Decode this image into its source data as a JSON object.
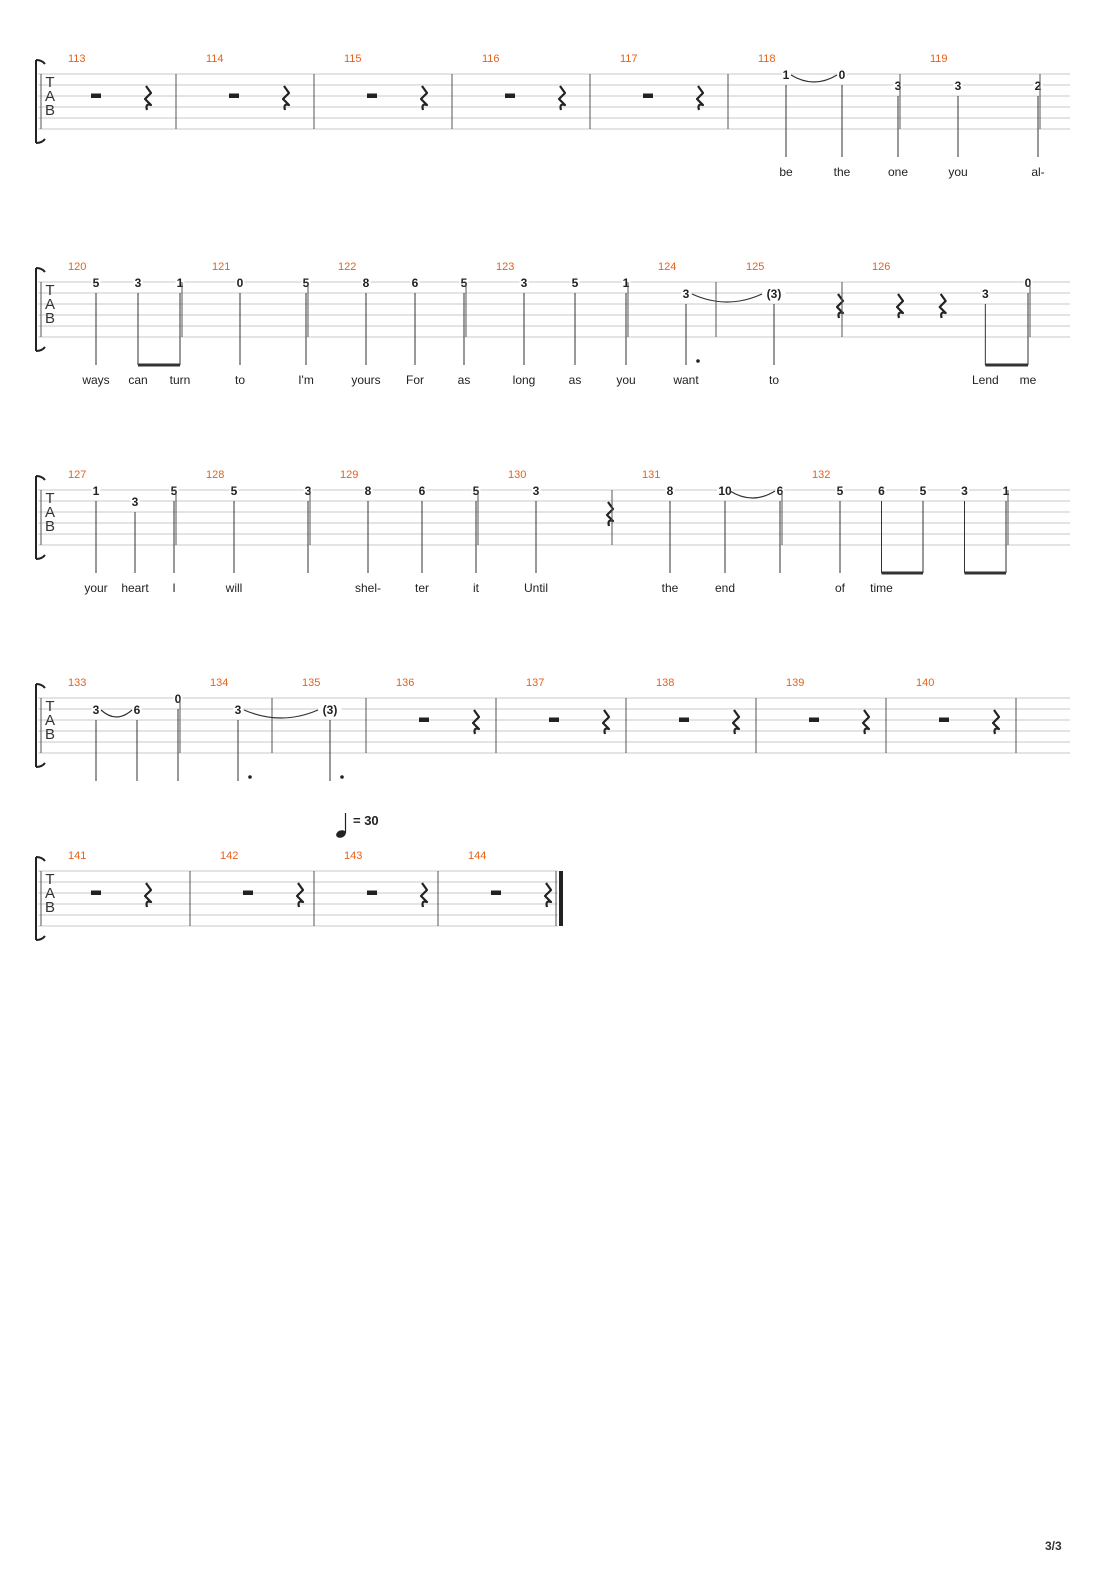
{
  "clef_label": [
    "T",
    "A",
    "B"
  ],
  "page_number": "3/3",
  "tempo": {
    "text": "= 30",
    "system_index": 4
  },
  "colors": {
    "measure_number": "#e8601c"
  },
  "systems": [
    {
      "measures": [
        {
          "number": "113",
          "rest": true
        },
        {
          "number": "114",
          "rest": true
        },
        {
          "number": "115",
          "rest": true
        },
        {
          "number": "116",
          "rest": true
        },
        {
          "number": "117",
          "rest": true
        },
        {
          "number": "118",
          "notes": [
            {
              "fret": "1",
              "string": 1,
              "lyric": "be",
              "tie_next": true
            },
            {
              "fret": "0",
              "string": 1,
              "lyric": "the"
            },
            {
              "fret": "3",
              "string": 2,
              "lyric": "one"
            }
          ]
        },
        {
          "number": "119",
          "notes": [
            {
              "fret": "3",
              "string": 2,
              "lyric": "you"
            },
            {
              "fret": "2",
              "string": 2,
              "lyric": "al-"
            }
          ]
        }
      ]
    },
    {
      "measures": [
        {
          "number": "120",
          "notes": [
            {
              "fret": "5",
              "string": 1,
              "lyric": "ways"
            },
            {
              "fret": "3",
              "string": 1,
              "lyric": "can",
              "beam_next": true
            },
            {
              "fret": "1",
              "string": 1,
              "lyric": "turn"
            }
          ]
        },
        {
          "number": "121",
          "notes": [
            {
              "fret": "0",
              "string": 1,
              "lyric": "to"
            },
            {
              "fret": "5",
              "string": 1,
              "lyric": "I'm"
            }
          ]
        },
        {
          "number": "122",
          "notes": [
            {
              "fret": "8",
              "string": 1,
              "lyric": "yours"
            },
            {
              "fret": "6",
              "string": 1,
              "lyric": "For"
            },
            {
              "fret": "5",
              "string": 1,
              "lyric": "as"
            }
          ]
        },
        {
          "number": "123",
          "notes": [
            {
              "fret": "3",
              "string": 1,
              "lyric": "long"
            },
            {
              "fret": "5",
              "string": 1,
              "lyric": "as"
            },
            {
              "fret": "1",
              "string": 1,
              "lyric": "you"
            }
          ]
        },
        {
          "number": "124",
          "notes": [
            {
              "fret": "3",
              "string": 2,
              "lyric": "want",
              "tie_next": true,
              "dotted": true
            }
          ]
        },
        {
          "number": "125",
          "notes": [
            {
              "fret": "(3)",
              "string": 2,
              "lyric": "to"
            }
          ],
          "trailing_rests": 1
        },
        {
          "number": "126",
          "leading_rests": 2,
          "notes": [
            {
              "fret": "3",
              "string": 2,
              "lyric": "Lend",
              "beam_next": true
            },
            {
              "fret": "0",
              "string": 1,
              "lyric": "me"
            }
          ]
        }
      ]
    },
    {
      "measures": [
        {
          "number": "127",
          "notes": [
            {
              "fret": "1",
              "string": 1,
              "lyric": "your"
            },
            {
              "fret": "3",
              "string": 2,
              "lyric": "heart"
            },
            {
              "fret": "5",
              "string": 1,
              "lyric": "I"
            }
          ]
        },
        {
          "number": "128",
          "notes": [
            {
              "fret": "5",
              "string": 1,
              "lyric": "will"
            },
            {
              "fret": "3",
              "string": 1,
              "lyric": ""
            }
          ]
        },
        {
          "number": "129",
          "notes": [
            {
              "fret": "8",
              "string": 1,
              "lyric": "shel-"
            },
            {
              "fret": "6",
              "string": 1,
              "lyric": "ter"
            },
            {
              "fret": "5",
              "string": 1,
              "lyric": "it"
            }
          ]
        },
        {
          "number": "130",
          "notes": [
            {
              "fret": "3",
              "string": 1,
              "lyric": "Until"
            }
          ],
          "trailing_rests": 1
        },
        {
          "number": "131",
          "notes": [
            {
              "fret": "8",
              "string": 1,
              "lyric": "the"
            },
            {
              "fret": "10",
              "string": 1,
              "lyric": "end",
              "tie_next": true
            },
            {
              "fret": "6",
              "string": 1,
              "lyric": ""
            }
          ]
        },
        {
          "number": "132",
          "notes": [
            {
              "fret": "5",
              "string": 1,
              "lyric": "of"
            },
            {
              "fret": "6",
              "string": 1,
              "lyric": "time",
              "beam_next": true
            },
            {
              "fret": "5",
              "string": 1,
              "lyric": ""
            },
            {
              "fret": "3",
              "string": 1,
              "lyric": "",
              "beam_next": true
            },
            {
              "fret": "1",
              "string": 1,
              "lyric": ""
            }
          ]
        }
      ]
    },
    {
      "measures": [
        {
          "number": "133",
          "notes": [
            {
              "fret": "3",
              "string": 2,
              "lyric": "",
              "tie_next": true
            },
            {
              "fret": "6",
              "string": 2,
              "lyric": ""
            },
            {
              "fret": "0",
              "string": 1,
              "lyric": ""
            }
          ]
        },
        {
          "number": "134",
          "notes": [
            {
              "fret": "3",
              "string": 2,
              "lyric": "",
              "tie_next": true,
              "dotted": true
            }
          ]
        },
        {
          "number": "135",
          "notes": [
            {
              "fret": "(3)",
              "string": 2,
              "lyric": "",
              "dotted": true
            }
          ]
        },
        {
          "number": "136",
          "rest": true
        },
        {
          "number": "137",
          "rest": true
        },
        {
          "number": "138",
          "rest": true
        },
        {
          "number": "139",
          "rest": true
        },
        {
          "number": "140",
          "rest": true
        }
      ]
    },
    {
      "final_barline": true,
      "measures": [
        {
          "number": "141",
          "rest": true
        },
        {
          "number": "142",
          "rest": true
        },
        {
          "number": "143",
          "rest": true
        },
        {
          "number": "144",
          "rest": true
        }
      ]
    }
  ]
}
